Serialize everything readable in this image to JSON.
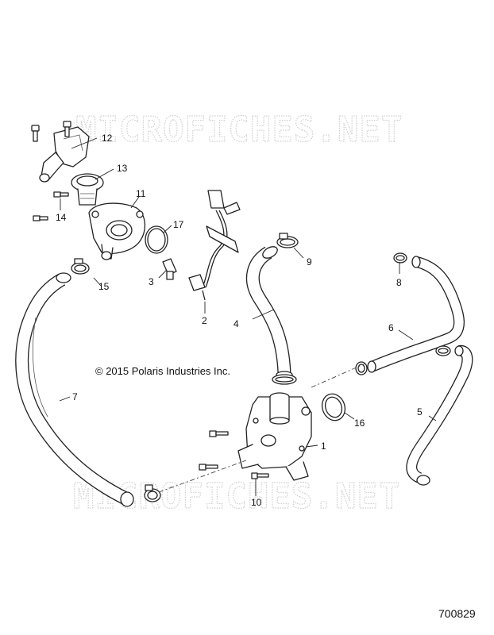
{
  "watermark": "MICROFICHES.NET",
  "copyright": "© 2015 Polaris Industries Inc.",
  "figure_number": "700829",
  "callouts": [
    "1",
    "2",
    "3",
    "4",
    "5",
    "6",
    "7",
    "8",
    "9",
    "10",
    "11",
    "12",
    "13",
    "14",
    "15",
    "16",
    "17"
  ]
}
